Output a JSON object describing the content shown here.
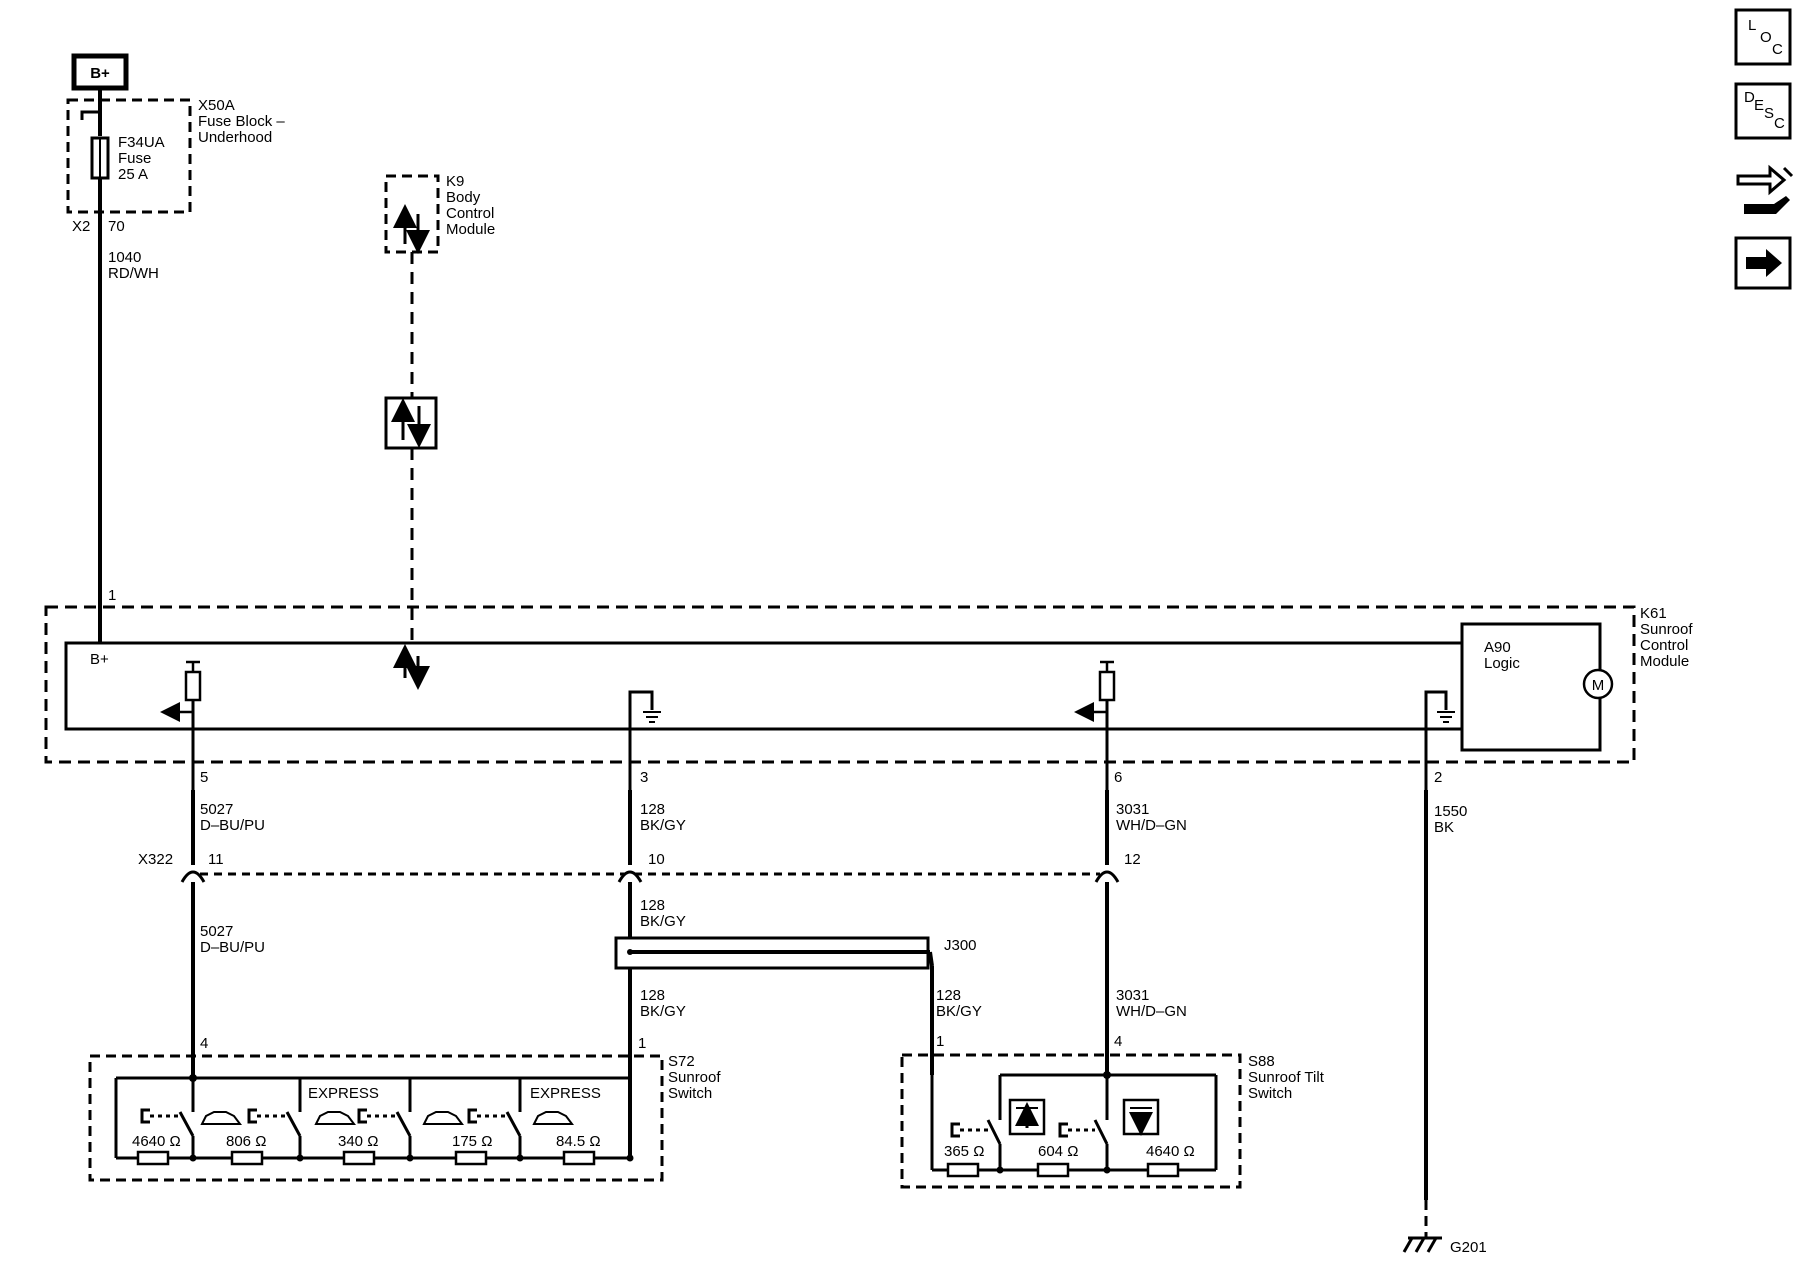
{
  "power": {
    "label": "B+"
  },
  "fuse_block": {
    "name": "X50A",
    "desc1": "Fuse Block –",
    "desc2": "Underhood",
    "fuse_name": "F34UA",
    "fuse_word": "Fuse",
    "fuse_rating": "25 A",
    "connector": "X2",
    "pin": "70"
  },
  "bcm": {
    "name": "K9",
    "line1": "Body",
    "line2": "Control",
    "line3": "Module"
  },
  "wire_b_plus": {
    "circuit": "1040",
    "color": "RD/WH",
    "pin": "1"
  },
  "k61": {
    "name": "K61",
    "line1": "Sunroof",
    "line2": "Control",
    "line3": "Module",
    "b_plus_label": "B+",
    "logic_name": "A90",
    "logic_label": "Logic",
    "motor_label": "M"
  },
  "pins": {
    "p5": "5",
    "p3": "3",
    "p6": "6",
    "p2": "2"
  },
  "wires": {
    "w5027_circuit": "5027",
    "w5027_color": "D–BU/PU",
    "w128_circuit": "128",
    "w128_color": "BK/GY",
    "w3031_circuit": "3031",
    "w3031_color": "WH/D–GN",
    "w1550_circuit": "1550",
    "w1550_color": "BK"
  },
  "inline_connector": {
    "name": "X322",
    "pin_a": "11",
    "pin_b": "10",
    "pin_c": "12"
  },
  "splice": {
    "name": "J300"
  },
  "s72": {
    "name": "S72",
    "line1": "Sunroof",
    "line2": "Switch",
    "pin_a": "4",
    "pin_b": "1",
    "express1": "EXPRESS",
    "express2": "EXPRESS",
    "r1": "4640 Ω",
    "r2": "806 Ω",
    "r3": "340 Ω",
    "r4": "175 Ω",
    "r5": "84.5 Ω"
  },
  "s88": {
    "name": "S88",
    "line1": "Sunroof Tilt",
    "line2": "Switch",
    "pin_a": "1",
    "pin_b": "4",
    "r1": "365 Ω",
    "r2": "604 Ω",
    "r3": "4640 Ω"
  },
  "ground": {
    "name": "G201"
  },
  "nav": {
    "loc_letters": [
      "L",
      "O",
      "C"
    ],
    "desc_letters": [
      "D",
      "E",
      "S",
      "C"
    ],
    "connector_icon": "connector-end-view-icon",
    "next_icon": "arrow-right-icon"
  }
}
